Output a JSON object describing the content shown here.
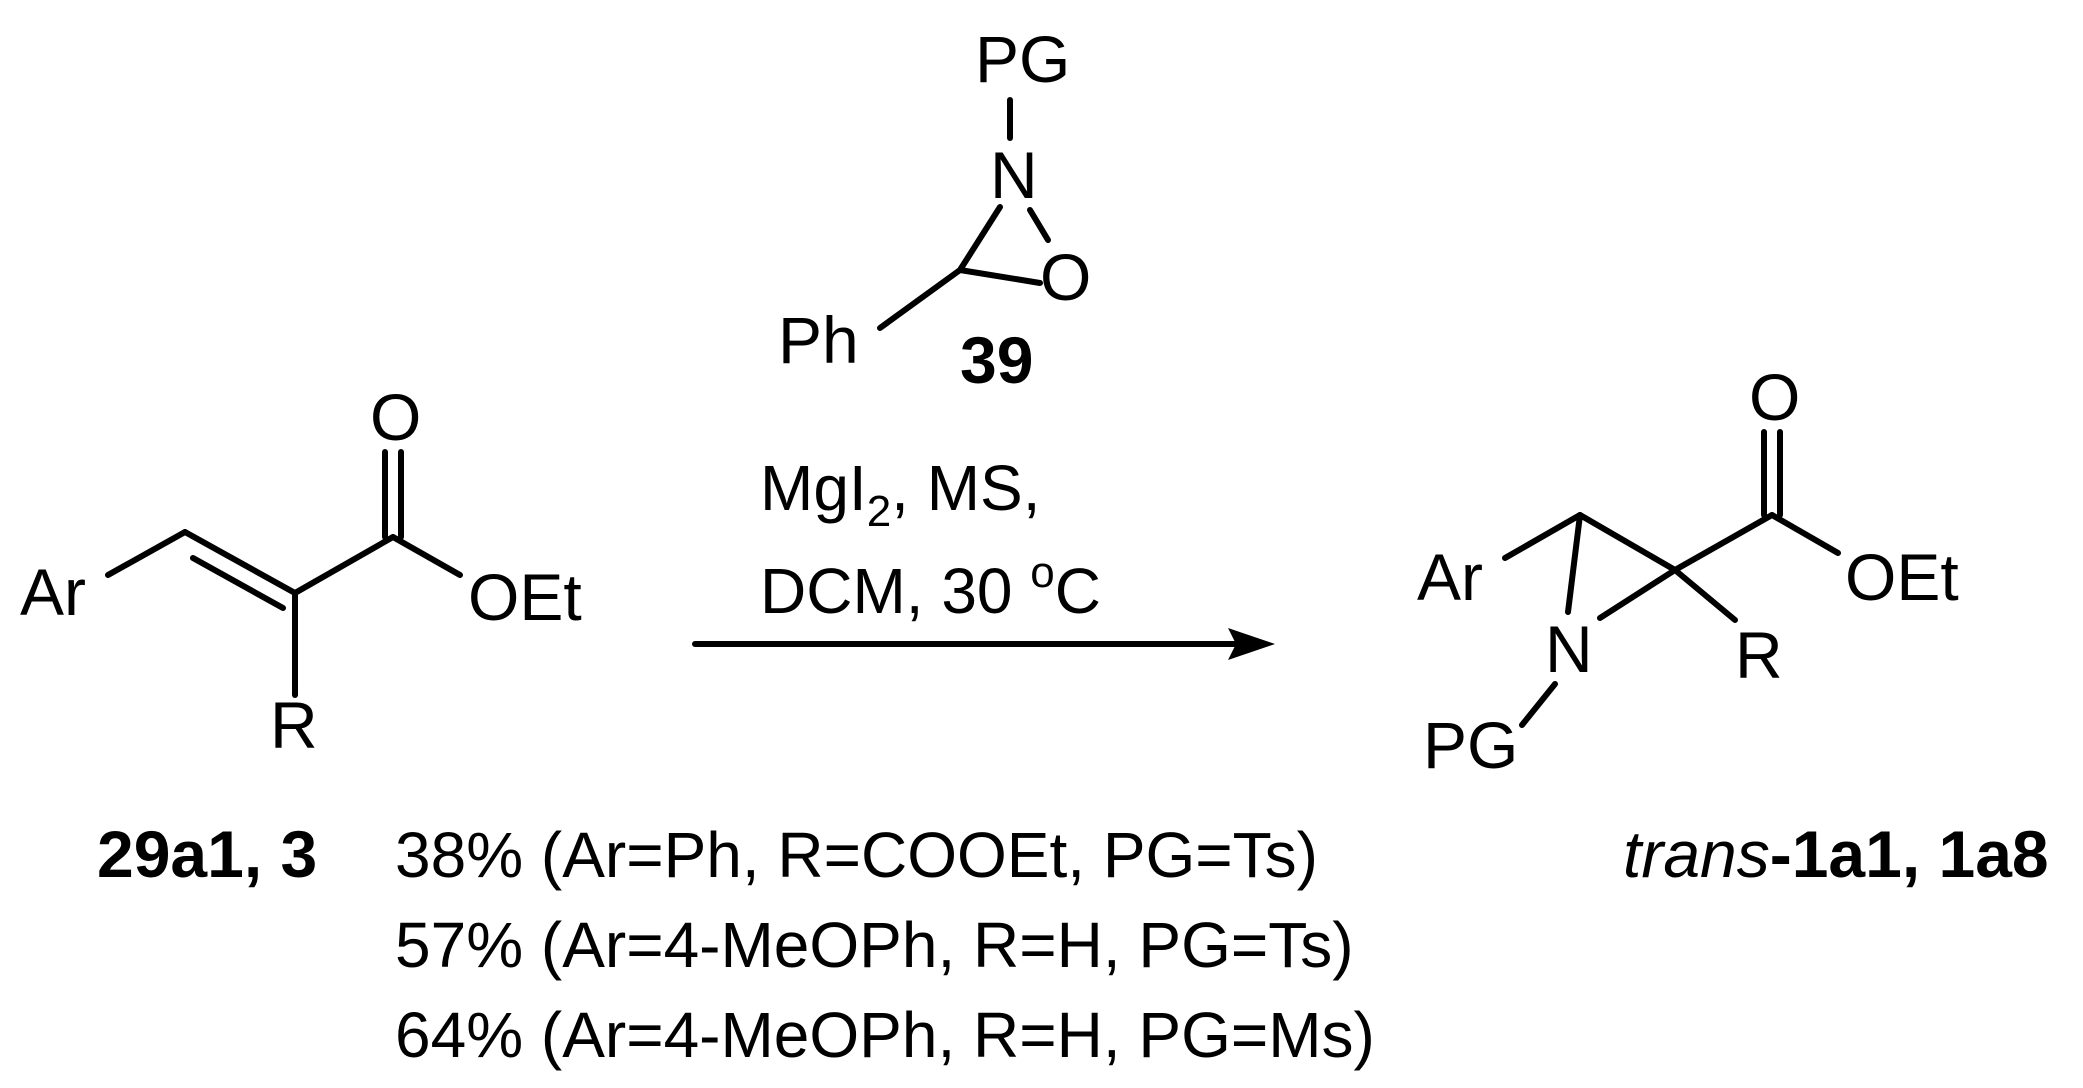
{
  "reagent": {
    "pg": "PG",
    "n": "N",
    "o": "O",
    "ph": "Ph",
    "compound_number": "39"
  },
  "conditions": {
    "line1_prefix": "MgI",
    "line1_sub": "2",
    "line1_suffix": ", MS,",
    "line2_prefix": "DCM, 30 ",
    "line2_sup": "o",
    "line2_suffix": "C"
  },
  "starting_material": {
    "ar": "Ar",
    "r": "R",
    "o_carbonyl": "O",
    "oet": "OEt",
    "label": "29a1, 3"
  },
  "product": {
    "ar": "Ar",
    "n": "N",
    "pg": "PG",
    "r": "R",
    "o_carbonyl": "O",
    "oet": "OEt",
    "label_italic": "trans",
    "label_bold": "-1a1, 1a8"
  },
  "yields": [
    "38% (Ar=Ph, R=COOEt, PG=Ts)",
    "57% (Ar=4-MeOPh, R=H, PG=Ts)",
    "64% (Ar=4-MeOPh, R=H, PG=Ms)"
  ]
}
